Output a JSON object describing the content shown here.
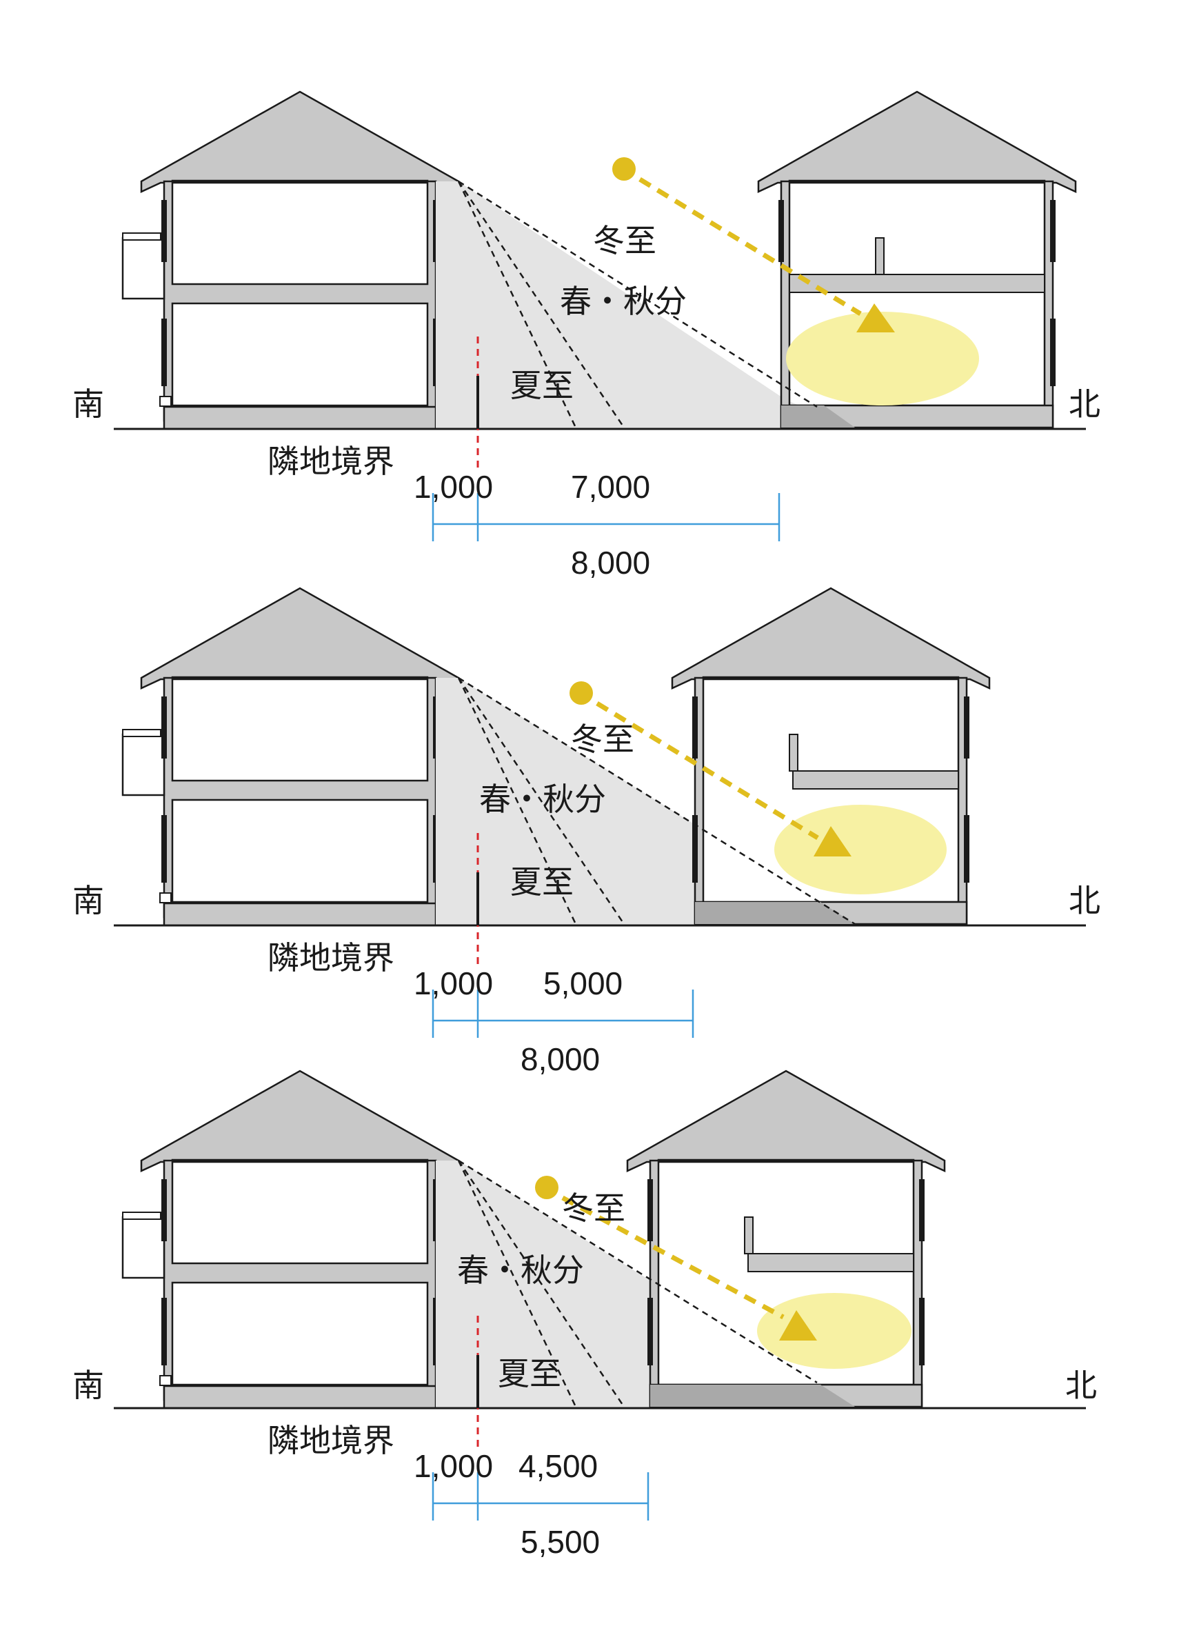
{
  "labels": {
    "south": "南",
    "north": "北",
    "boundary": "隣地境界",
    "winter": "冬至",
    "equinox": "春・秋分",
    "summer": "夏至"
  },
  "colors": {
    "house_gray": "#c8c8c8",
    "shadow_gray": "#e4e4e4",
    "sun": "#e0bd1e",
    "light_pool": "#f7f1a3",
    "dimension_line": "#3f9ddb",
    "boundary_line": "#d9262b"
  },
  "panels": [
    {
      "id": "panel-1",
      "dim_setback": "1,000",
      "dim_gap": "7,000",
      "dim_total": "8,000"
    },
    {
      "id": "panel-2",
      "dim_setback": "1,000",
      "dim_gap": "5,000",
      "dim_total": "8,000"
    },
    {
      "id": "panel-3",
      "dim_setback": "1,000",
      "dim_gap": "4,500",
      "dim_total": "5,500"
    }
  ]
}
